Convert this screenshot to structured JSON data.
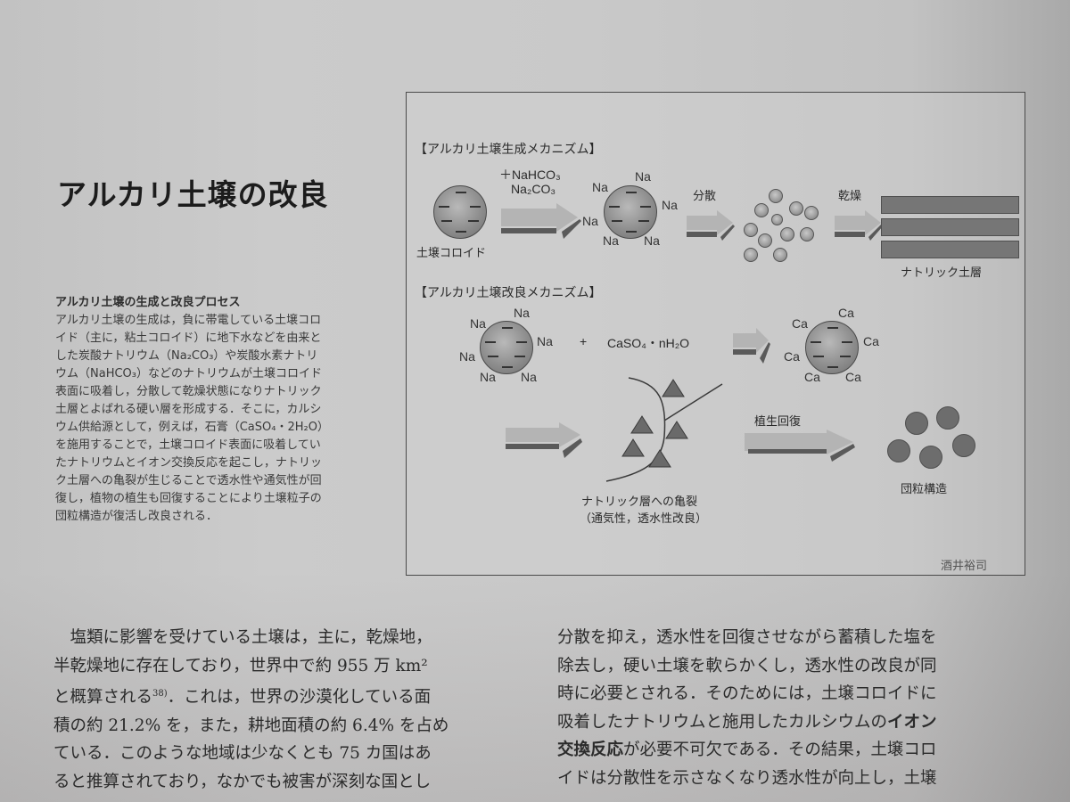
{
  "page": {
    "title": "アルカリ土壌の改良"
  },
  "sidebar": {
    "heading": "アルカリ土壌の生成と改良プロセス",
    "lines": [
      "アルカリ土壌の生成は，負に帯電している土壌コロ",
      "イド（主に，粘土コロイド）に地下水などを由来と",
      "した炭酸ナトリウム（Na₂CO₃）や炭酸水素ナトリ",
      "ウム（NaHCO₃）などのナトリウムが土壌コロイド",
      "表面に吸着し，分散して乾燥状態になりナトリック",
      "土層とよばれる硬い層を形成する．そこに，カルシ",
      "ウム供給源として，例えば，石膏（CaSO₄・2H₂O）",
      "を施用することで，土壌コロイド表面に吸着してい",
      "たナトリウムとイオン交換反応を起こし，ナトリッ",
      "ク土層への亀裂が生じることで透水性や通気性が回",
      "復し，植物の植生も回復することにより土壌粒子の",
      "団粒構造が復活し改良される．"
    ]
  },
  "figure": {
    "section1_title": "【アルカリ土壌生成メカニズム】",
    "section2_title": "【アルカリ土壌改良メカニズム】",
    "colloid_label": "土壌コロイド",
    "reagent_line1": "＋NaHCO₃",
    "reagent_line2": "Na₂CO₃",
    "na": "Na",
    "ca": "Ca",
    "step_disperse": "分散",
    "step_dry": "乾燥",
    "natric_layer_label": "ナトリック土層",
    "plus": "+",
    "gypsum": "CaSO₄・nH₂O",
    "crack_label_line1": "ナトリック層への亀裂",
    "crack_label_line2": "（通気性，透水性改良）",
    "step_revegetation": "植生回復",
    "aggregate_label": "団粒構造",
    "credit": "酒井裕司",
    "colors": {
      "arrow_light": "#b4b4b4",
      "arrow_dark": "#5a5a5a",
      "particle_dark": "#6d6d6d",
      "layer_fill": "#767676"
    }
  },
  "body_text": {
    "left_column": [
      "　塩類に影響を受けている土壌は，主に，乾燥地，",
      "半乾燥地に存在しており，世界中で約 955 万 km²",
      "と概算される",
      "．これは，世界の沙漠化している面",
      "積の約 21.2% を，また，耕地面積の約 6.4% を占め",
      "ている．このような地域は少なくとも 75 カ国はあ",
      "ると推算されており，なかでも被害が深刻な国とし"
    ],
    "left_footnote": "38)",
    "right_column": [
      "分散を抑え，透水性を回復させながら蓄積した塩を",
      "除去し，硬い土壌を軟らかくし，透水性の改良が同",
      "時に必要とされる．そのためには，土壌コロイドに",
      "吸着したナトリウムと施用したカルシウムの",
      "イオン",
      "交換反応",
      "が必要不可欠である．その結果，土壌コロ",
      "イドは分散性を示さなくなり透水性が向上し，土壌"
    ]
  }
}
